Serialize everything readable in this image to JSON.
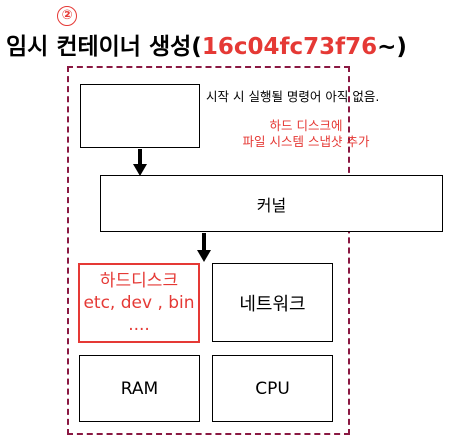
{
  "step_badge": "②",
  "title": {
    "text": "임시 컨테이너 생성(",
    "container_id": "16c04fc73f76",
    "suffix": "~)"
  },
  "exec_note": "시작 시 실행될 명령어 아직 없음.",
  "snapshot_note": {
    "line1": "하드 디스크에",
    "line2": "파일 시스템 스냅샷 추가"
  },
  "kernel_label": "커널",
  "filesystem": {
    "line1": "하드디스크",
    "line2": "etc, dev , bin",
    "line3": "...."
  },
  "network_label": "네트워크",
  "ram_label": "RAM",
  "cpu_label": "CPU",
  "colors": {
    "highlight": "#e53935",
    "boundary": "#8a1842"
  }
}
